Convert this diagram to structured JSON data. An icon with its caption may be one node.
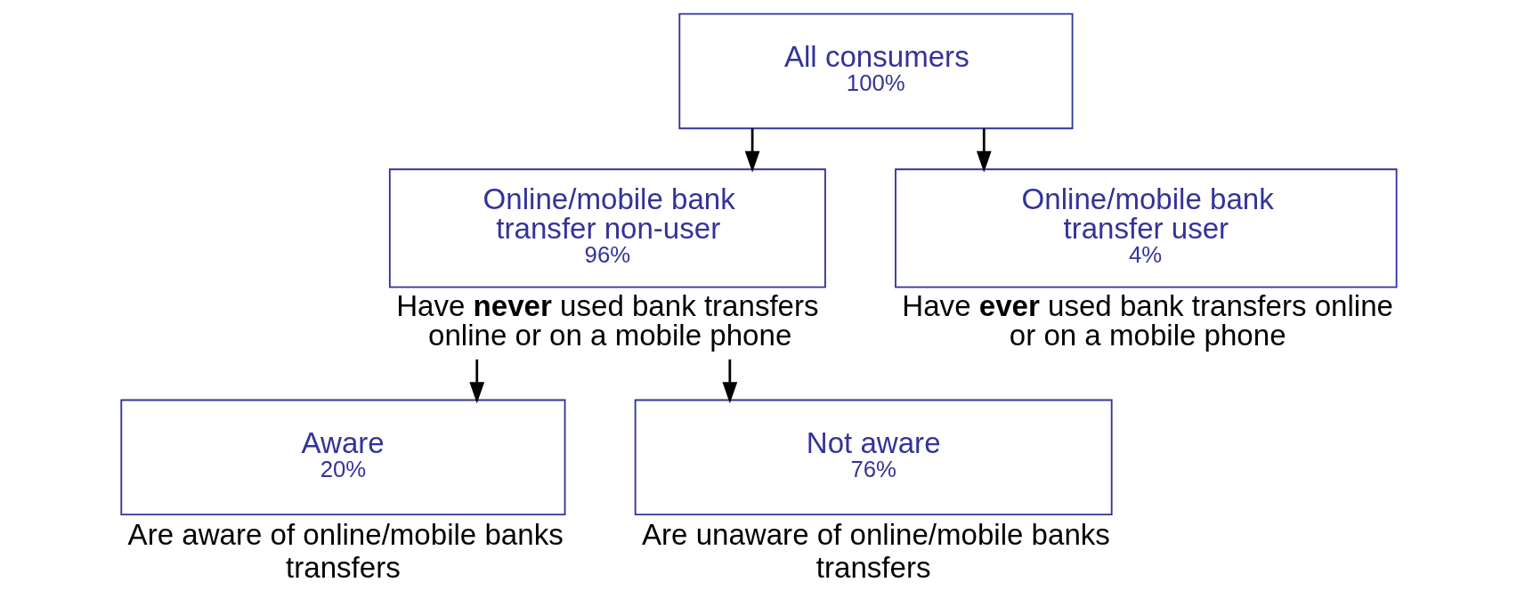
{
  "diagram": {
    "nodes": [
      {
        "text": [
          "All consumers",
          "100%"
        ]
      },
      {
        "text": [
          "Online/mobile bank transfer non-user",
          "96%"
        ],
        "beside": [
          "Have **never** used bank transfers online or on a mobile phone"
        ]
      },
      {
        "text": [
          "Online/mobile bank transfer user",
          "4%"
        ],
        "beside": [
          "Have **ever** used bank transfers online or on a mobile phone"
        ]
      },
      {
        "text": [
          "Aware",
          "20%"
        ],
        "beside": [
          "Are aware of online/mobile banks transfers"
        ]
      },
      {
        "text": [
          "Not aware",
          "76%"
        ],
        "beside": [
          "Are unaware of online/mobile banks transfers"
        ]
      }
    ],
    "edges": [
      {
        "from": 0,
        "to": 1,
        "arrow": "to"
      },
      {
        "from": 0,
        "to": 2,
        "arrow": "to"
      },
      {
        "from": 1,
        "to": 3,
        "arrow": "to"
      },
      {
        "from": 1,
        "to": 4,
        "arrow": "to"
      }
    ]
  }
}
